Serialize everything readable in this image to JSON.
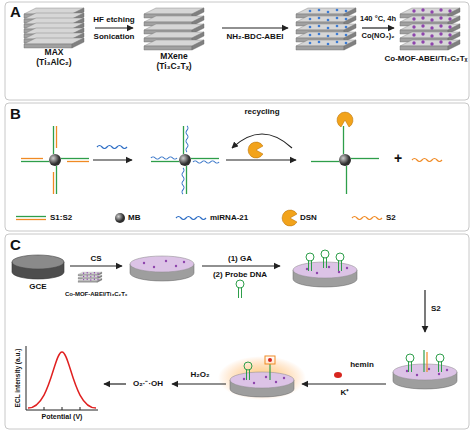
{
  "diagram": {
    "nodes": [
      {
        "text": [
          "MAX",
          "(Ti₃AlC₂)"
        ]
      },
      {
        "text": [
          "MXene",
          "(Ti₃C₂Tₓ)"
        ]
      },
      {
        "text": [
          "Co-MOF-ABEI/Ti₃C₂Tₓ"
        ]
      },
      {
        "text": [
          "GCE"
        ]
      },
      {
        "text": [
          "ECL intensity (a.u.)",
          "Potential (V)"
        ]
      }
    ],
    "edges": [
      {
        "from": 0,
        "to": 1,
        "arrow": "to",
        "label": "HF etching"
      }
    ],
    "labels": [
      "A",
      "Sonication",
      "NH₂-BDC-ABEI",
      "140 °C, 4h",
      "Co(NO₃)₂",
      "B",
      "recycling",
      "+",
      "C",
      "CS",
      "Co-MOF-ABEI/Ti₃C₂Tₓ",
      "(1) GA",
      "(2) Probe DNA",
      "S2",
      "hemin",
      "K⁺",
      "H₂O₂",
      "O₂·⁻·OH"
    ],
    "legend": [
      {
        "text": "S1:S2"
      },
      {
        "text": "MB"
      },
      {
        "text": "miRNA-21"
      },
      {
        "text": "DSN"
      },
      {
        "text": "S2"
      }
    ]
  }
}
